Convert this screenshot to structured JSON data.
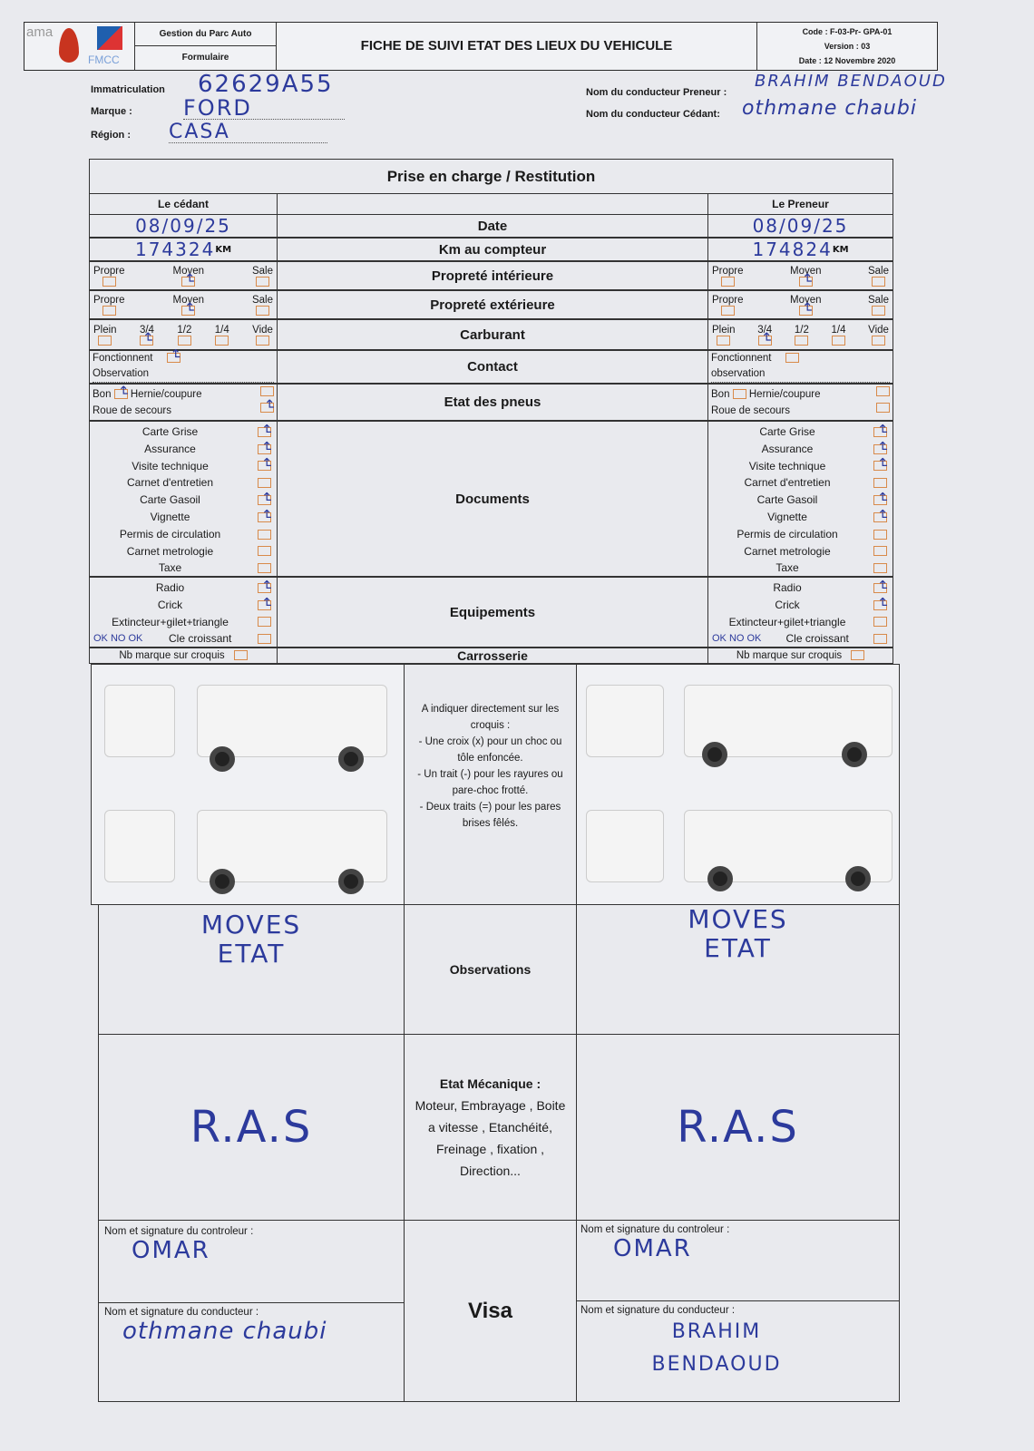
{
  "header": {
    "logo_a": "ama",
    "logo_b": "FMCC",
    "dept": "Gestion du Parc Auto",
    "type": "Formulaire",
    "title": "FICHE DE SUIVI ETAT DES LIEUX DU VEHICULE",
    "code": "Code : F-03-Pr- GPA-01",
    "version": "Version : 03",
    "date": "Date : 12 Novembre 2020"
  },
  "vehicle": {
    "immat_label": "Immatriculation",
    "immat": "62629A55",
    "marque_label": "Marque :",
    "marque": "FORD",
    "region_label": "Région :",
    "region": "CASA",
    "preneur_label": "Nom du conducteur Preneur :",
    "preneur": "BRAHIM BENDAOUD",
    "cedant_label": "Nom du conducteur Cédant:",
    "cedant": "othmane chaubi"
  },
  "table": {
    "title": "Prise en charge / Restitution",
    "cedant_head": "Le cédant",
    "preneur_head": "Le Preneur",
    "rows": {
      "date": "Date",
      "km": "Km au compteur",
      "pint": "Propreté intérieure",
      "pext": "Propreté extérieure",
      "carb": "Carburant",
      "contact": "Contact",
      "pneus": "Etat des pneus",
      "docs": "Documents",
      "equip": "Equipements",
      "carro": "Carrosserie",
      "obs": "Observations",
      "visa": "Visa"
    },
    "cedant_date": "08/09/25",
    "preneur_date": "08/09/25",
    "cedant_km": "174324",
    "preneur_km": "174824",
    "km_unit": "KM",
    "clean": [
      "Propre",
      "Moyen",
      "Sale"
    ],
    "fuel": [
      "Plein",
      "3/4",
      "1/2",
      "1/4",
      "Vide"
    ],
    "fonctionnent": "Fonctionnent",
    "observation_c": "Observation",
    "observation_p": "observation",
    "bon": "Bon",
    "hernie": "Hernie/coupure",
    "roue": "Roue de secours",
    "documents": [
      "Carte Grise",
      "Assurance",
      "Visite technique",
      "Carnet d'entretien",
      "Carte Gasoil",
      "Vignette",
      "Permis de circulation",
      "Carnet metrologie",
      "Taxe"
    ],
    "docs_checked_cedant": [
      true,
      true,
      true,
      false,
      true,
      true,
      false,
      false,
      false
    ],
    "docs_checked_preneur": [
      true,
      true,
      true,
      false,
      true,
      true,
      false,
      false,
      false
    ],
    "equipements": [
      "Radio",
      "Crick",
      "Extincteur+gilet+triangle",
      "Cle croissant"
    ],
    "equip_checked": [
      true,
      true,
      false,
      false
    ],
    "equip_note": "OK NO OK",
    "nb_marque": "Nb marque sur croquis",
    "instructions": [
      "A indiquer directement sur les croquis :",
      "- Une croix (x) pour un choc ou tôle enfoncée.",
      "- Un trait (-) pour les rayures ou pare-choc frotté.",
      "- Deux traits (=) pour les pares brises fêlés."
    ],
    "obs_cedant": "MOVES ETAT",
    "obs_preneur": "MOVES ETAT",
    "meca_title": "Etat Mécanique :",
    "meca_text": "Moteur, Embrayage , Boite a vitesse , Etanchéité, Freinage , fixation , Direction...",
    "meca_cedant": "R.A.S",
    "meca_preneur": "R.A.S",
    "ctrl_label": "Nom et signature du controleur :",
    "cond_label": "Nom et signature du conducteur :",
    "ctrl_cedant": "OMAR",
    "ctrl_preneur": "OMAR",
    "cond_cedant": "othmane chaubi",
    "cond_preneur": "BRAHIM BENDAOUD"
  }
}
